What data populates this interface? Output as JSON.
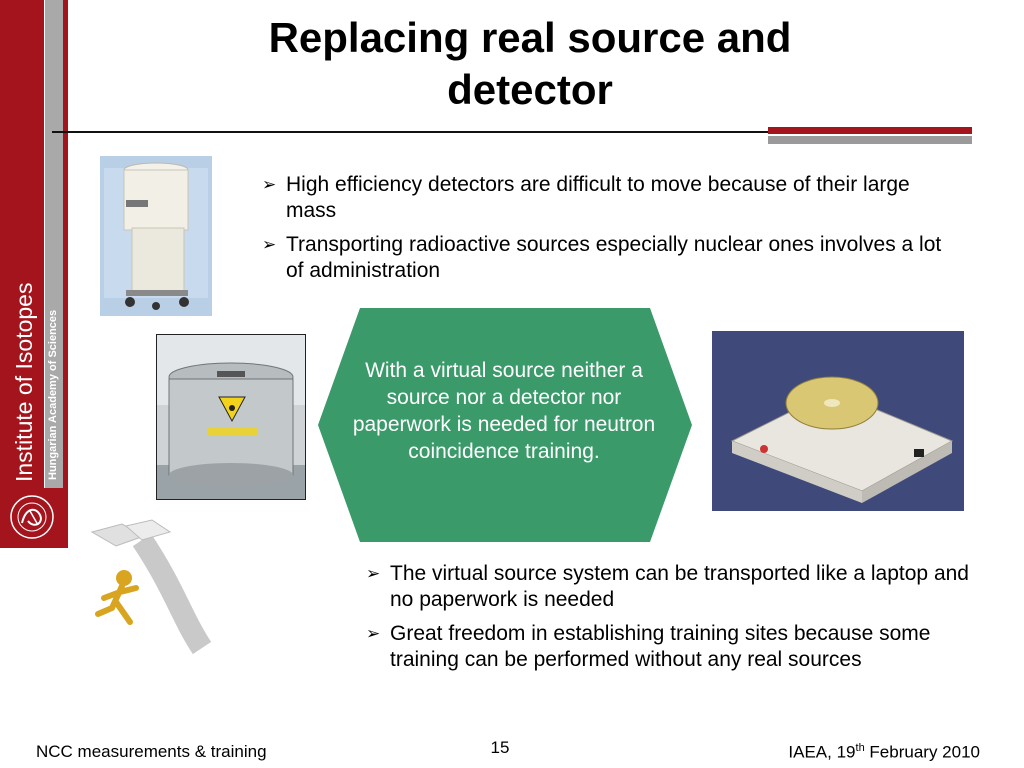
{
  "sidebar": {
    "institute": "Institute of Isotopes",
    "academy": "Hungarian Academy of Sciences"
  },
  "slide": {
    "title_line1": "Replacing real source and",
    "title_line2": "detector",
    "top_bullets": [
      "High efficiency detectors are difficult to move because of their large mass",
      "Transporting radioactive sources especially nuclear ones involves a lot of administration"
    ],
    "callout": "With a virtual source neither a source nor a detector nor paperwork is needed for neutron coincidence training.",
    "bottom_bullets": [
      "The virtual source system can be transported like a laptop and no paperwork is needed",
      "Great freedom in establishing training sites because some training can be performed without any real sources"
    ],
    "bullet_glyph": "➢"
  },
  "footer": {
    "left": "NCC measurements & training",
    "page_number": "15",
    "right_prefix": "IAEA, 19",
    "right_sup": "th",
    "right_suffix": " February 2010"
  },
  "colors": {
    "brand_red": "#a4141c",
    "callout_green": "#3a9a6a",
    "accent_grey": "#9a9a9a"
  }
}
